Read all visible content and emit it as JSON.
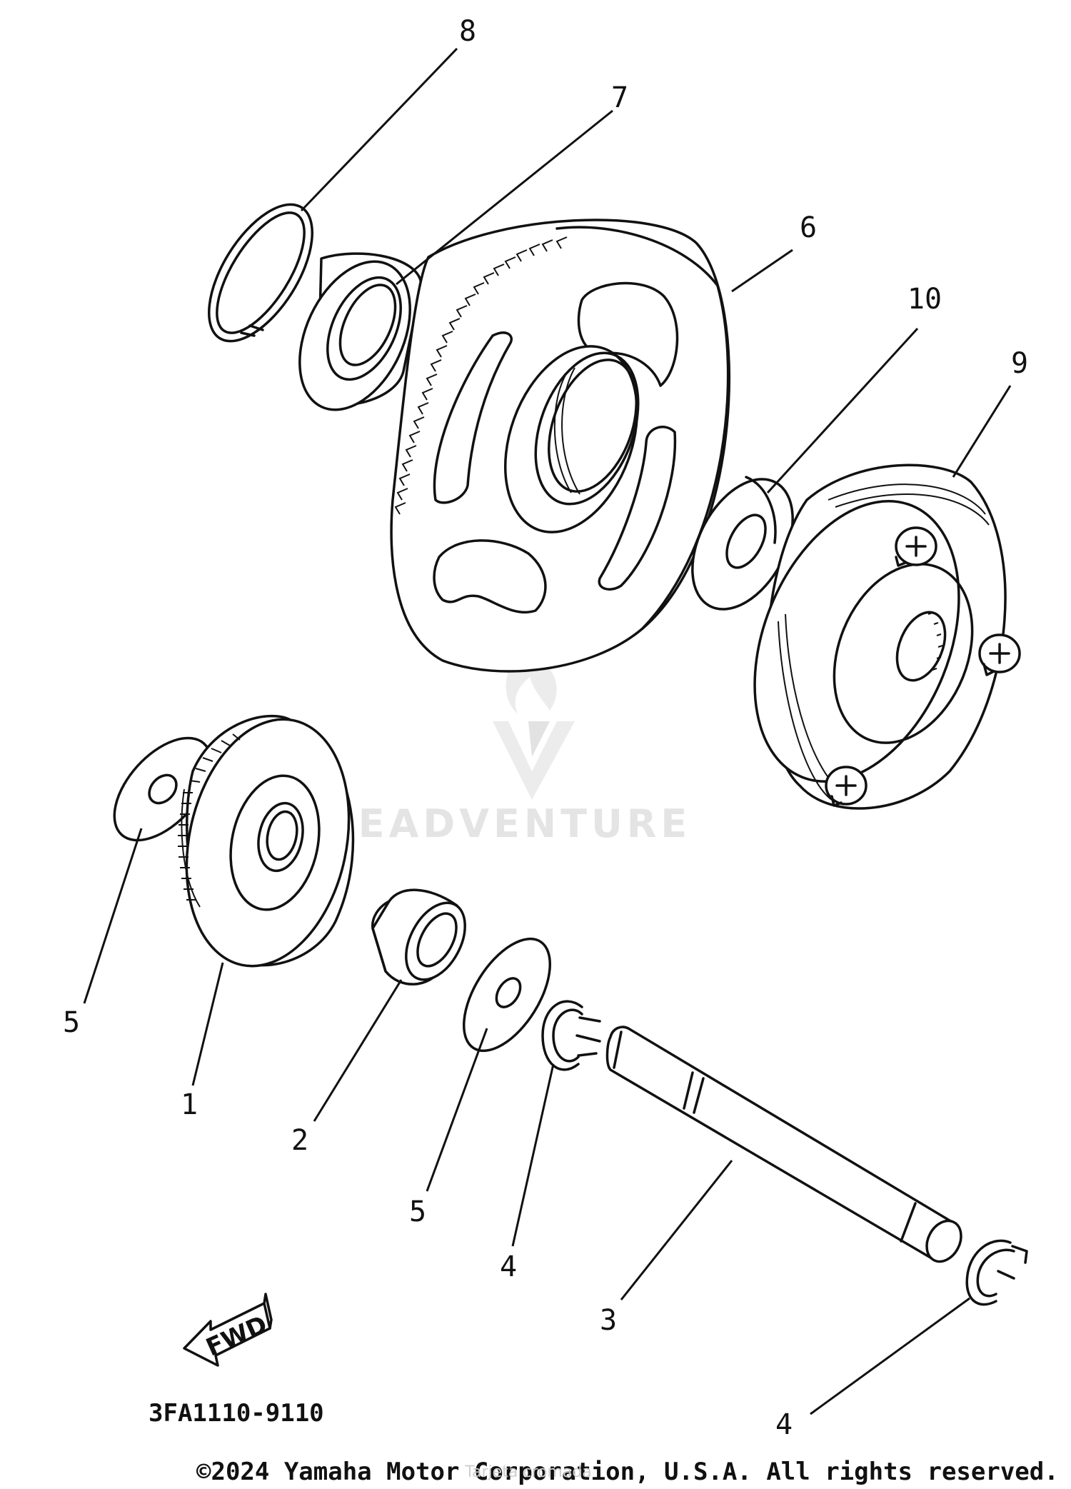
{
  "diagram": {
    "callouts": [
      {
        "id": "callout-8",
        "label": "8"
      },
      {
        "id": "callout-7",
        "label": "7"
      },
      {
        "id": "callout-6",
        "label": "6"
      },
      {
        "id": "callout-10",
        "label": "10"
      },
      {
        "id": "callout-9",
        "label": "9"
      },
      {
        "id": "callout-5-left",
        "label": "5"
      },
      {
        "id": "callout-1",
        "label": "1"
      },
      {
        "id": "callout-2",
        "label": "2"
      },
      {
        "id": "callout-5-lower",
        "label": "5"
      },
      {
        "id": "callout-4-mid",
        "label": "4"
      },
      {
        "id": "callout-3",
        "label": "3"
      },
      {
        "id": "callout-4-right",
        "label": "4"
      }
    ],
    "fwd_label": "FWD",
    "diagram_code": "3FA1110-9110"
  },
  "watermark": {
    "brand": "EADVENTURE",
    "overlay_text": "Tarjeta cromada"
  },
  "footer": {
    "copyright": "©2024 Yamaha Motor Corporation, U.S.A. All rights reserved."
  },
  "colors": {
    "ink": "#111111",
    "background": "#ffffff",
    "watermark": "#e4e4e4"
  }
}
